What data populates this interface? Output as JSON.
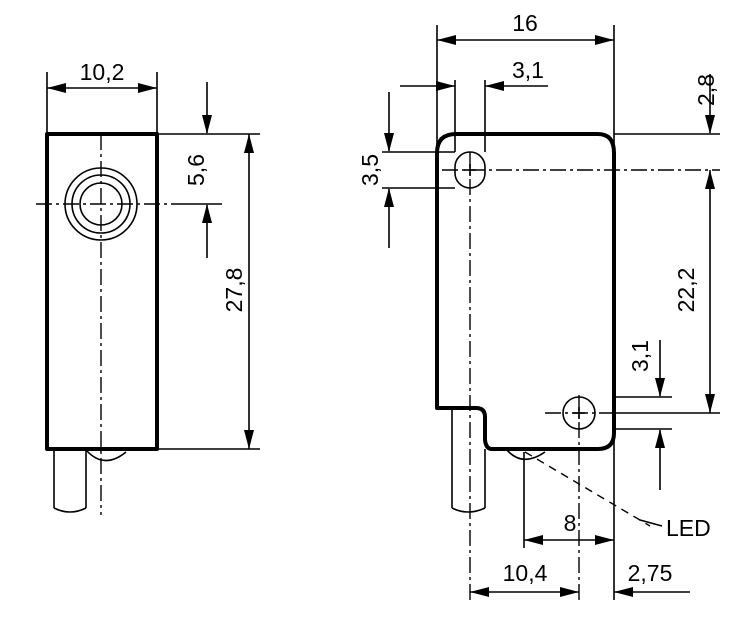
{
  "front_view": {
    "width_label": "10,2",
    "center_offset_label": "5,6",
    "height_label": "27,8"
  },
  "side_view": {
    "width_label": "16",
    "hole_offset_label": "3,1",
    "top_offset_label": "2,8",
    "hole_diameter_label": "3,5",
    "hole_spacing_label": "22,2",
    "bottom_hole_label": "3,1",
    "led_offset_label": "8",
    "cable_offset_label": "10,4",
    "edge_offset_label": "2,75",
    "led_label": "LED"
  }
}
